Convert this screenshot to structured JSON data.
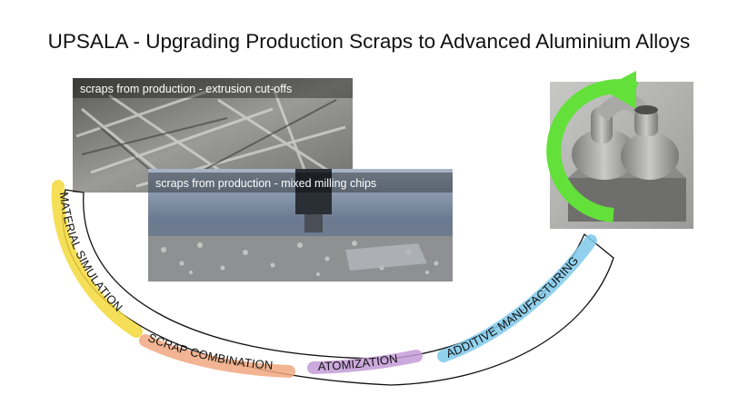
{
  "title": "UPSALA - Upgrading Production Scraps to Advanced Aluminium Alloys",
  "photos": [
    {
      "caption": "scraps from production - extrusion cut-offs"
    },
    {
      "caption": "scraps from production - mixed milling chips"
    }
  ],
  "steps": [
    {
      "label": "MATERIAL SIMULATION",
      "color": "#f4d93b"
    },
    {
      "label": "SCRAP COMBINATION",
      "color": "#f0a77f"
    },
    {
      "label": "ATOMIZATION",
      "color": "#c49bd7"
    },
    {
      "label": "ADDITIVE MANUFACTURING",
      "color": "#7fc9ea"
    }
  ],
  "cycle_arrow_color": "#63e03a"
}
